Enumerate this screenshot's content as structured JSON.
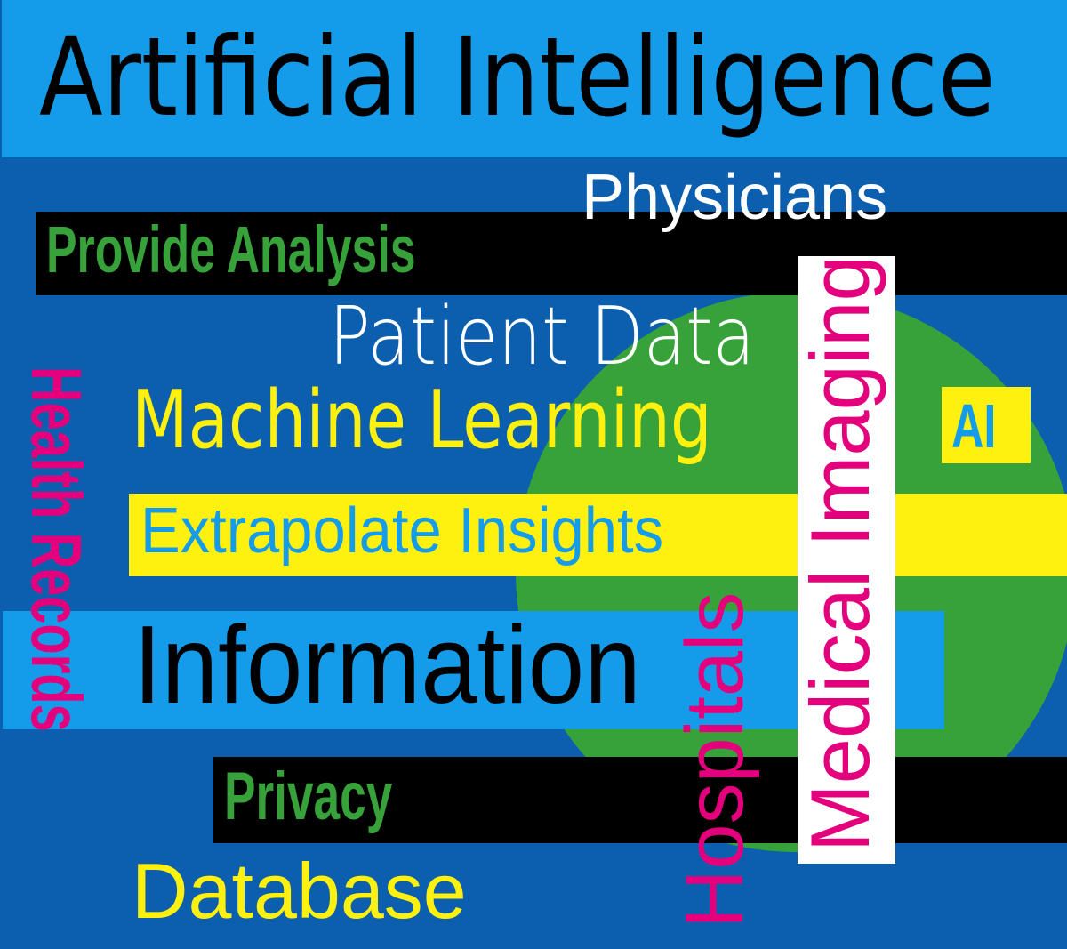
{
  "colors": {
    "background": "#0c5fae",
    "banner": "#149cea",
    "black": "#000000",
    "green": "#38a23a",
    "yellow": "#fff10f",
    "magenta": "#e4007c",
    "white": "#ffffff",
    "light_blue_text": "#149cea"
  },
  "title": "Artificial Intelligence",
  "words": {
    "physicians": "Physicians",
    "provide_analysis": "Provide Analysis",
    "patient_data": "Patient Data",
    "machine_learning": "Machine Learning",
    "ai": "AI",
    "extrapolate_insights": "Extrapolate Insights",
    "information": "Information",
    "health_records": "Health Records",
    "privacy": "Privacy",
    "database": "Database",
    "hospitals": "Hospitals",
    "medical_imaging": "Medical Imaging"
  }
}
